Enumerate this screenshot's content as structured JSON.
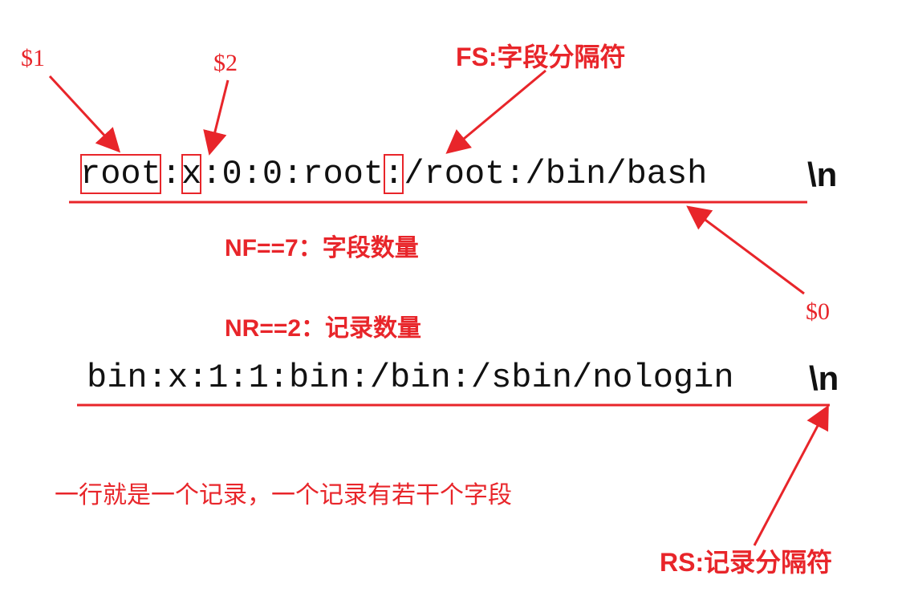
{
  "labels": {
    "field1": "$1",
    "field2": "$2",
    "fs": "FS:字段分隔符",
    "nf": "NF==7：字段数量",
    "nr": "NR==2：记录数量",
    "record0": "$0",
    "rs": "RS:记录分隔符",
    "summary": "一行就是一个记录，一个记录有若干个字段"
  },
  "record1": {
    "parts": [
      "root",
      ":",
      "x",
      ":0:0:root",
      ":",
      "/root:/bin/bash"
    ],
    "terminator": "\\n"
  },
  "record2": {
    "text": "bin:x:1:1:bin:/bin:/sbin/nologin",
    "terminator": "\\n"
  },
  "colors": {
    "accent": "#e8252a",
    "text": "#111111",
    "background": "#ffffff"
  }
}
